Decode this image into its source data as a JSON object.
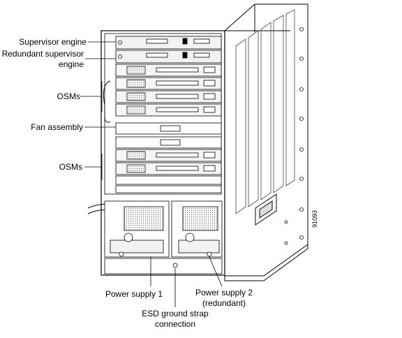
{
  "labels": {
    "supervisor_engine": "Supervisor engine",
    "redundant_supervisor_line1": "Redundant supervisor",
    "redundant_supervisor_line2": "engine",
    "osms_upper": "OSMs",
    "fan_assembly": "Fan assembly",
    "osms_lower": "OSMs",
    "power_supply_1": "Power supply 1",
    "power_supply_2_line1": "Power supply 2",
    "power_supply_2_line2": "(redundant)",
    "esd_line1": "ESD ground strap",
    "esd_line2": "connection"
  },
  "figure_id": "91093"
}
